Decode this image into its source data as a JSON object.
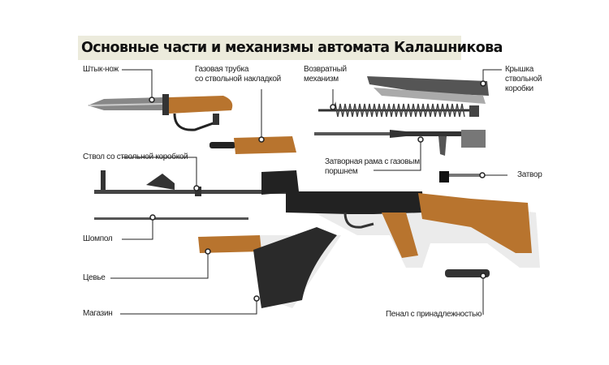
{
  "title": "Основные части и механизмы автомата Калашникова",
  "labels": {
    "bayonet": "Штык-нож",
    "gas_tube_l1": "Газовая трубка",
    "gas_tube_l2": "со ствольной накладкой",
    "recoil_l1": "Возвратный",
    "recoil_l2": "механизм",
    "cover_l1": "Крышка",
    "cover_l2": "ствольной",
    "cover_l3": "коробки",
    "barrel": "Ствол со ствольной коробкой",
    "carrier_l1": "Затворная рама с газовым",
    "carrier_l2": "поршнем",
    "bolt": "Затвор",
    "rod": "Шомпол",
    "handguard": "Цевье",
    "magazine": "Магазин",
    "kit": "Пенал с принадлежностью"
  },
  "colors": {
    "wood": "#b8742e",
    "metal": "#2b2b2b",
    "steel": "#6a6a6a",
    "title_bg": "#ecebdc"
  }
}
